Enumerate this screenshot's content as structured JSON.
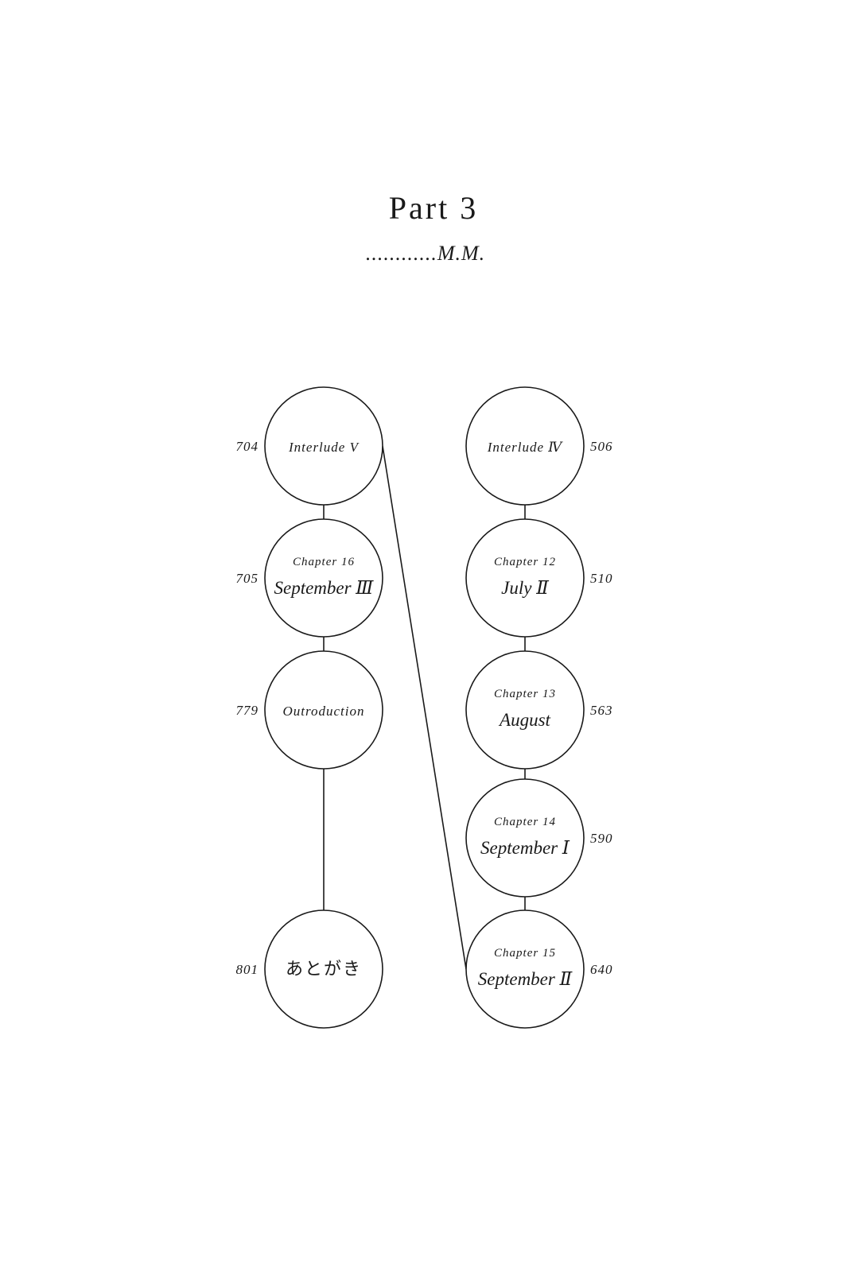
{
  "header": {
    "title": "Part 3",
    "subtitle": "............M.M."
  },
  "left_column": [
    {
      "id": "interlude-5",
      "page": "704",
      "chapter": "",
      "label": "Interlude V"
    },
    {
      "id": "chapter-16",
      "page": "705",
      "chapter": "Chapter 16",
      "label": "September Ⅲ"
    },
    {
      "id": "outroduction",
      "page": "779",
      "chapter": "",
      "label": "Outroduction"
    },
    {
      "id": "atogaki",
      "page": "801",
      "chapter": "",
      "label": "あとがき"
    }
  ],
  "right_column": [
    {
      "id": "interlude-4",
      "page": "506",
      "chapter": "",
      "label": "Interlude Ⅳ"
    },
    {
      "id": "chapter-12",
      "page": "510",
      "chapter": "Chapter 12",
      "label": "July Ⅱ"
    },
    {
      "id": "chapter-13",
      "page": "563",
      "chapter": "Chapter 13",
      "label": "August"
    },
    {
      "id": "chapter-14",
      "page": "590",
      "chapter": "Chapter 14",
      "label": "September Ⅰ"
    },
    {
      "id": "chapter-15",
      "page": "640",
      "chapter": "Chapter 15",
      "label": "September Ⅱ"
    }
  ],
  "links": [
    {
      "from": "interlude-5",
      "to": "chapter-16"
    },
    {
      "from": "chapter-16",
      "to": "outroduction"
    },
    {
      "from": "outroduction",
      "to": "atogaki"
    },
    {
      "from": "interlude-4",
      "to": "chapter-12"
    },
    {
      "from": "chapter-12",
      "to": "chapter-13"
    },
    {
      "from": "chapter-13",
      "to": "chapter-14"
    },
    {
      "from": "chapter-14",
      "to": "chapter-15"
    },
    {
      "from": "chapter-15",
      "to": "interlude-5"
    }
  ]
}
